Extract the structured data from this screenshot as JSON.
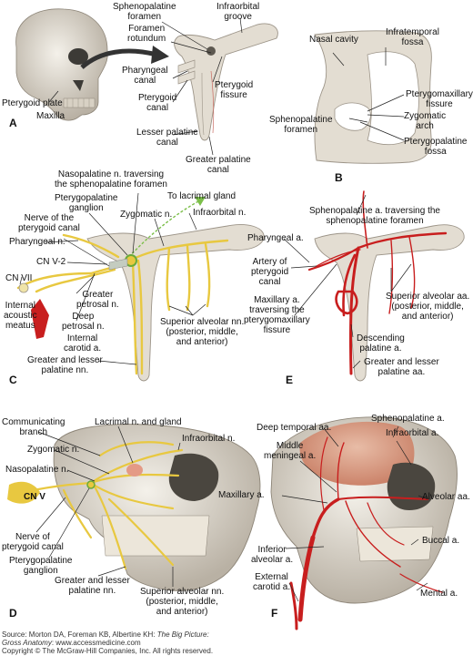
{
  "panels": {
    "A": {
      "letter": "A",
      "labels": {
        "sphenopalatine_foramen": "Sphenopalatine\nforamen",
        "infraorbital_groove": "Infraorbital\ngroove",
        "foramen_rotundum": "Foramen\nrotundum",
        "pharyngeal_canal": "Pharyngeal\ncanal",
        "pterygoid_fissure": "Pterygoid\nfissure",
        "pterygoid_canal": "Pterygoid\ncanal",
        "pterygoid_plate": "Pterygoid plate",
        "maxilla": "Maxilla",
        "lesser_palatine_canal": "Lesser palatine\ncanal",
        "greater_palatine_canal": "Greater palatine\ncanal"
      }
    },
    "B": {
      "letter": "B",
      "labels": {
        "nasal_cavity": "Nasal cavity",
        "infratemporal_fossa": "Infratemporal\nfossa",
        "pterygomaxillary_fissure": "Pterygomaxillary\nfissure",
        "sphenopalatine_foramen": "Sphenopalatine\nforamen",
        "zygomatic_arch": "Zygomatic\narch",
        "pterygopalatine_fossa": "Pterygopalatine\nfossa"
      }
    },
    "C": {
      "letter": "C",
      "labels": {
        "nasopalatine_n": "Nasopalatine n. traversing\nthe sphenopalatine foramen",
        "pterygopalatine_ganglion": "Pterygopalatine\nganglion",
        "to_lacrimal_gland": "To lacrimal gland",
        "nerve_pterygoid_canal": "Nerve of the\npterygoid canal",
        "zygomatic_n": "Zygomatic n.",
        "infraorbital_n": "Infraorbital n.",
        "pharyngeal_n": "Pharyngeal n.",
        "cn_v2": "CN V-2",
        "cn_vii": "CN VII",
        "greater_petrosal_n": "Greater\npetrosal n.",
        "internal_acoustic_meatus": "Internal\nacoustic\nmeatus",
        "deep_petrosal_n": "Deep\npetrosal n.",
        "internal_carotid_a": "Internal\ncarotid a.",
        "superior_alveolar_nn": "Superior alveolar nn.\n(posterior, middle,\nand anterior)",
        "greater_lesser_palatine_nn": "Greater and lesser\npalatine nn."
      }
    },
    "D": {
      "letter": "D",
      "labels": {
        "communicating_branch": "Communicating\nbranch",
        "lacrimal_n_gland": "Lacrimal n. and gland",
        "zygomatic_n": "Zygomatic n.",
        "infraorbital_n": "Infraorbital n.",
        "nasopalatine_n": "Nasopalatine n.",
        "cn_v": "CN V",
        "nerve_pterygoid_canal": "Nerve of\npterygoid canal",
        "pterygopalatine_ganglion": "Pterygopalatine\nganglion",
        "greater_lesser_palatine_nn": "Greater and lesser\npalatine nn.",
        "superior_alveolar_nn": "Superior alveolar nn.\n(posterior, middle,\nand anterior)"
      }
    },
    "E": {
      "letter": "E",
      "labels": {
        "sphenopalatine_a": "Sphenopalatine a. traversing the\nsphenopalatine foramen",
        "pharyngeal_a": "Pharyngeal a.",
        "artery_pterygoid_canal": "Artery of\npterygoid\ncanal",
        "maxillary_a": "Maxillary a.\ntraversing the\npterygomaxillary\nfissure",
        "superior_alveolar_aa": "Superior alveolar aa.\n(posterior, middle,\nand anterior)",
        "descending_palatine_a": "Descending\npalatine a.",
        "greater_lesser_palatine_aa": "Greater and lesser\npalatine aa."
      }
    },
    "F": {
      "letter": "F",
      "labels": {
        "sphenopalatine_a": "Sphenopalatine a.",
        "deep_temporal_aa": "Deep temporal aa.",
        "infraorbital_a": "Infraorbital a.",
        "middle_meningeal_a": "Middle\nmeningeal a.",
        "maxillary_a": "Maxillary a.",
        "alveolar_aa": "Alveolar aa.",
        "buccal_a": "Buccal a.",
        "inferior_alveolar_a": "Inferior\nalveolar a.",
        "external_carotid_a": "External\ncarotid a.",
        "mental_a": "Mental a."
      }
    }
  },
  "footer": {
    "source_prefix": "Source: Morton DA, Foreman KB, Albertine KH: ",
    "source_title": "The Big Picture:",
    "source_title2": "Gross Anatomy",
    "source_suffix": ": www.accessmedicine.com",
    "copyright": "Copyright © The McGraw-Hill Companies, Inc. All rights reserved."
  },
  "colors": {
    "bone": "#e3ddd2",
    "bone_edge": "#9c9488",
    "nerve": "#e8c840",
    "artery": "#c81e1e",
    "muscle": "#d7846a",
    "ganglion_green": "#6aaa3a"
  }
}
